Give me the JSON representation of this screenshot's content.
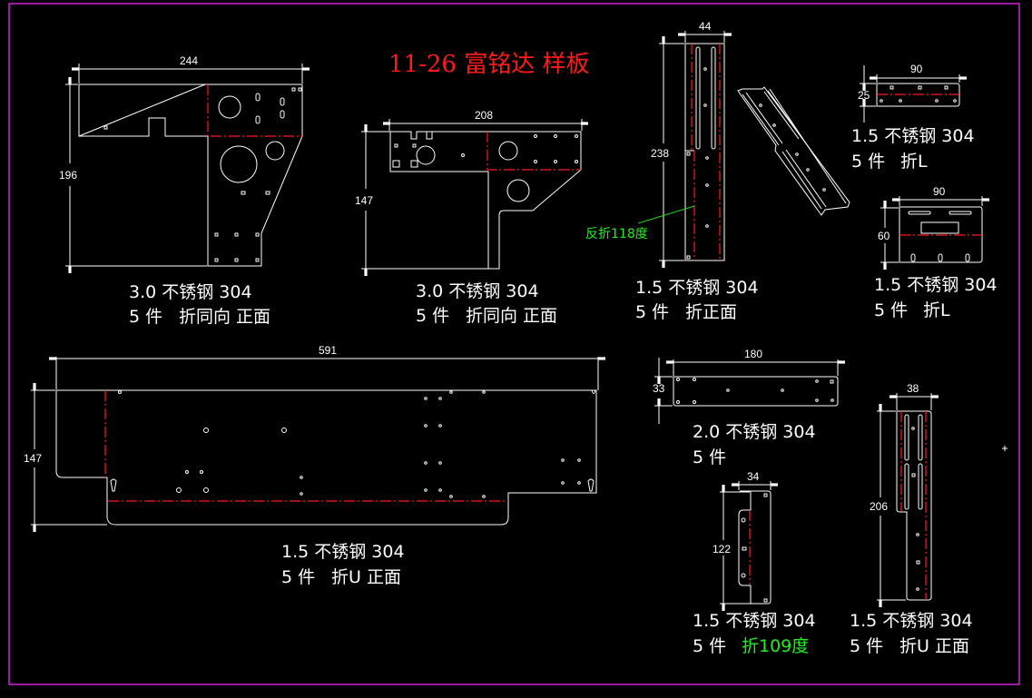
{
  "title": "11-26 富铭达 样板",
  "colors": {
    "background": "#000000",
    "geometry": "#ffffff",
    "bend_line": "#ff1a1a",
    "frame": "#d020d0",
    "note": "#22ee22",
    "title": "#ff1a1a"
  },
  "parts": [
    {
      "id": "part1",
      "dims": {
        "width": "244",
        "height": "196"
      },
      "spec": "3.0 不锈钢 304",
      "qty": "5 件",
      "process": "折同向 正面"
    },
    {
      "id": "part2",
      "dims": {
        "width": "208",
        "height": "147"
      },
      "spec": "3.0 不锈钢 304",
      "qty": "5 件",
      "process": "折同向 正面"
    },
    {
      "id": "part3",
      "dims": {
        "width": "44",
        "height": "238"
      },
      "spec": "1.5 不锈钢 304",
      "qty": "5 件",
      "process": "折正面",
      "note": "反折118度"
    },
    {
      "id": "part4",
      "dims": {
        "width": "90",
        "height": "25"
      },
      "spec": "1.5 不锈钢 304",
      "qty": "5 件",
      "process": "折L"
    },
    {
      "id": "part5",
      "dims": {
        "width": "90",
        "height": "60"
      },
      "spec": "1.5 不锈钢 304",
      "qty": "5 件",
      "process": "折L"
    },
    {
      "id": "part6",
      "dims": {
        "width": "591",
        "height": "147"
      },
      "spec": "1.5 不锈钢 304",
      "qty": "5 件",
      "process": "折U 正面"
    },
    {
      "id": "part7",
      "dims": {
        "width": "180",
        "height": "33"
      },
      "spec": "2.0 不锈钢 304",
      "qty": "5 件",
      "process": ""
    },
    {
      "id": "part8",
      "dims": {
        "width": "34",
        "height": "122"
      },
      "spec": "1.5 不锈钢 304",
      "qty": "5 件",
      "process": "折109度"
    },
    {
      "id": "part9",
      "dims": {
        "width": "38",
        "height": "206"
      },
      "spec": "1.5 不锈钢 304",
      "qty": "5 件",
      "process": "折U 正面"
    }
  ]
}
